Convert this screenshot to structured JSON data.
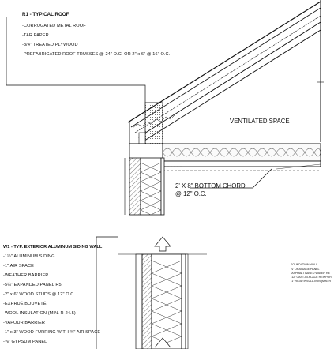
{
  "roof_schedule": {
    "title": "R1 - TYPICAL ROOF",
    "items": [
      "-CORRUGATED METAL ROOF",
      "-TAR PAPER",
      "-3/4\" TREATED PLYWOOD",
      "-PREFABRICATED ROOF TRUSSES @ 24\" O.C. OR 2\" x 6\" @ 16\" O.C."
    ]
  },
  "callouts": {
    "ventilated_space": "VENTILATED SPACE",
    "bottom_chord_line1": "2' X 8\" BOTTOM CHORD",
    "bottom_chord_line2": "@ 12\" O.C."
  },
  "wall_schedule": {
    "title": "W1 - TYP. EXTERIOR ALUMINUM SIDING WALL",
    "items": [
      "-1½\" ALUMINUM SIDING",
      "-1\" AIR SPACE",
      "-WEATHER BARRIER",
      "-5¼\" EXPANDED PANEL R5",
      "-2\" x 6\" WOOD STUDS @ 12\" O.C.",
      "-EXPRUÉ BOUVETÉ",
      "-WOOL INSULATION (MIN. R-24.5)",
      "-VAPOUR BARRIER",
      "-1\" x 3\" WOOD FURRING WITH ¾\" AIR SPACE",
      "-⅝\" GYPSUM PANEL"
    ]
  },
  "foundation_schedule": {
    "items": [
      "FOUNDATION WALL",
      "⅞\" DRAINAGE PANEL",
      "-ASPHALT BASED WATER RE",
      "-12\" CAST-IN-PLACE REINFOR",
      "-1\" RIGID INSULATION (MIN. R"
    ]
  }
}
